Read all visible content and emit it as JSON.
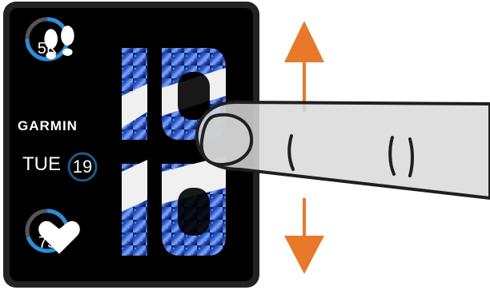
{
  "watch": {
    "steps": {
      "icon": "footsteps-icon",
      "value": "5K",
      "progress": 0.75
    },
    "brand": "GARMIN",
    "date": {
      "weekday": "TUE",
      "day": "19"
    },
    "heart_rate": {
      "icon": "heart-icon",
      "value": "75",
      "progress": 0.7
    },
    "time": {
      "hours": "10",
      "minutes": "10"
    }
  },
  "gesture": {
    "type": "swipe-up-down",
    "arrow_color": "#E8792B"
  }
}
